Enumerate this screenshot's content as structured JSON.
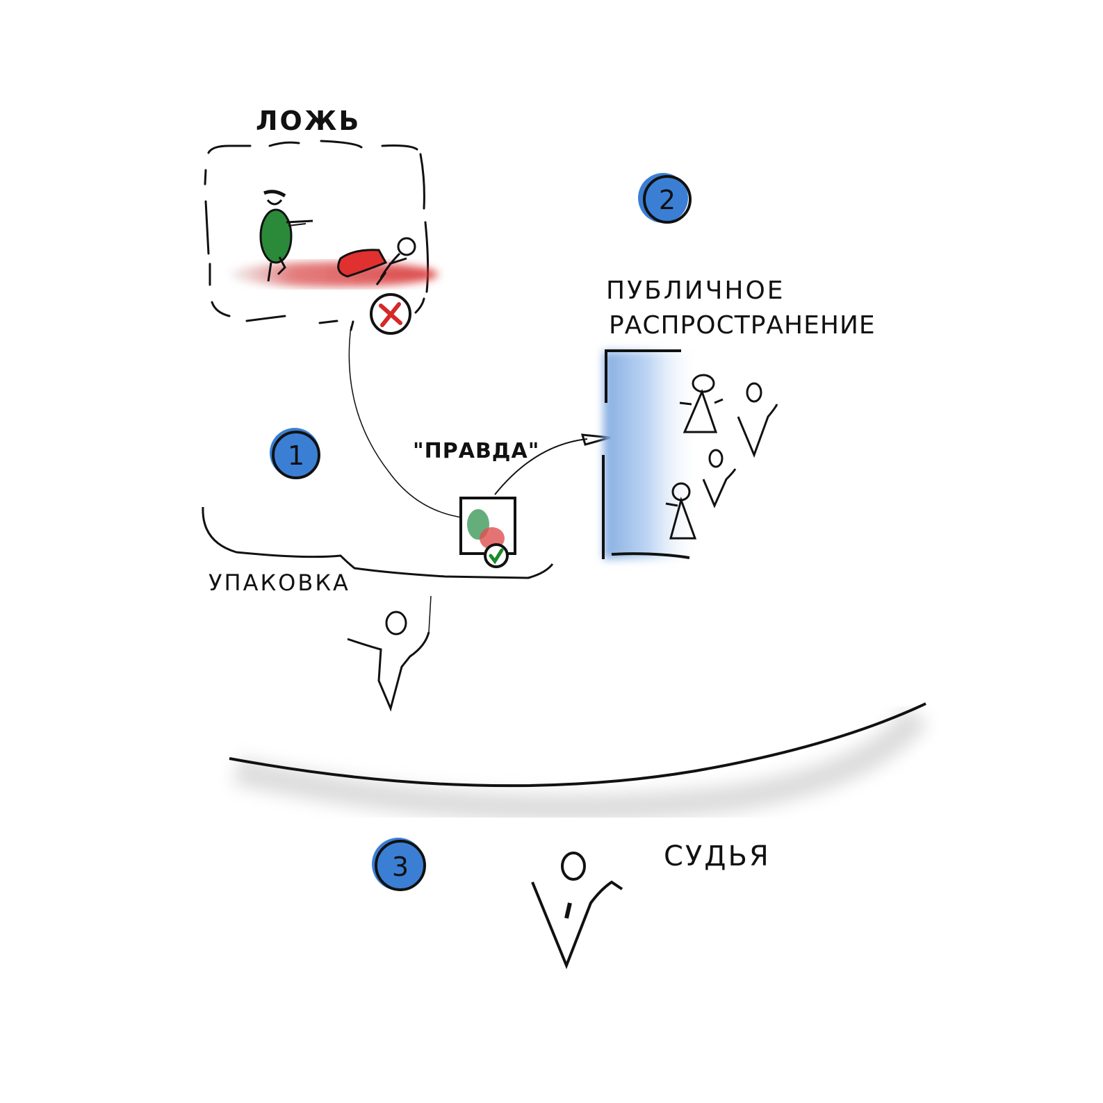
{
  "labels": {
    "lie": "ЛОЖЬ",
    "truth": "\"ПРАВДА\"",
    "packaging": "УПАКОВКА",
    "public_line1": "ПУБЛИЧНОЕ",
    "public_line2": "РАСПРОСТРАНЕНИЕ",
    "judge": "СУДЬЯ"
  },
  "steps": [
    {
      "number": "1"
    },
    {
      "number": "2"
    },
    {
      "number": "3"
    }
  ],
  "colors": {
    "step_blue": "#3b7fd4",
    "lie_red": "#d62828",
    "shooter_green": "#2a8a3a",
    "check_green": "#1a8a2a",
    "screen_blue": "#9cc0ea",
    "ink": "#111111"
  }
}
